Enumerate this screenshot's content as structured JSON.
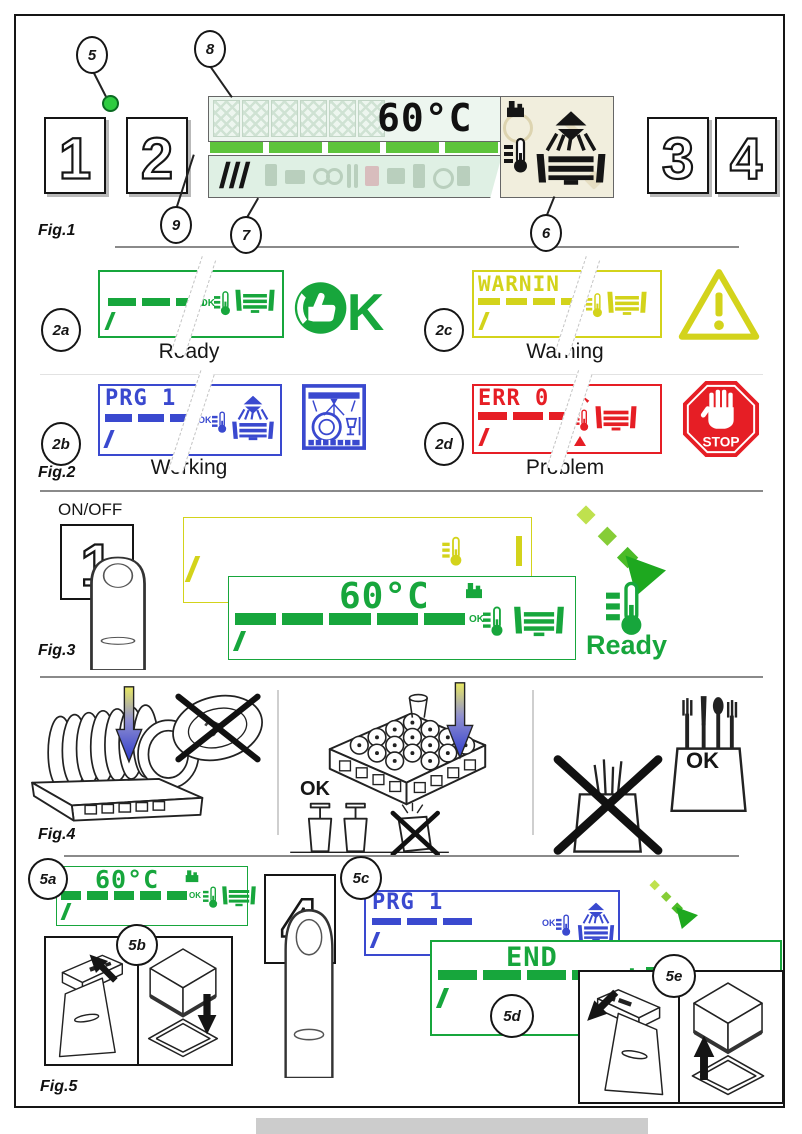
{
  "colors": {
    "green": "#17a63c",
    "bar_green": "#5ec43c",
    "yellow": "#d3d31b",
    "blue": "#3a49cf",
    "red": "#e61e25",
    "led_green": "#2ecc40",
    "lcd_mint": "#edf6ef",
    "lcd_row": "#dff0e4",
    "panel_beige": "#f1eedd"
  },
  "fig1": {
    "label": "Fig.1",
    "buttons": [
      "1",
      "2",
      "3",
      "4"
    ],
    "callouts": {
      "led": "5",
      "panel": "6",
      "icons": "7",
      "display": "8",
      "bar": "9"
    },
    "display_temp": "60°C"
  },
  "fig2": {
    "label": "Fig.2",
    "ready": {
      "callout": "2a",
      "caption": "Ready",
      "ok_small": "OK",
      "logo_k": "K"
    },
    "working": {
      "callout": "2b",
      "caption": "Working",
      "text": "PRG 1",
      "ok_small": "OK"
    },
    "warning": {
      "callout": "2c",
      "caption": "Warning",
      "text": "WARNIN"
    },
    "problem": {
      "callout": "2d",
      "caption": "Problem",
      "text": "ERR 0",
      "stop": "STOP"
    }
  },
  "fig3": {
    "label": "Fig.3",
    "power_label": "ON/OFF",
    "button": "1",
    "display_temp": "60°C",
    "ok_small": "OK",
    "status": "Ready"
  },
  "fig4": {
    "label": "Fig.4",
    "glasses_ok": "OK",
    "cutlery_ok": "OK"
  },
  "fig5": {
    "label": "Fig.5",
    "callouts": {
      "a": "5a",
      "b": "5b",
      "c": "5c",
      "d": "5d",
      "e": "5e"
    },
    "display_temp": "60°C",
    "button": "4",
    "program": "PRG 1",
    "end": "END",
    "ok_small": "OK"
  }
}
